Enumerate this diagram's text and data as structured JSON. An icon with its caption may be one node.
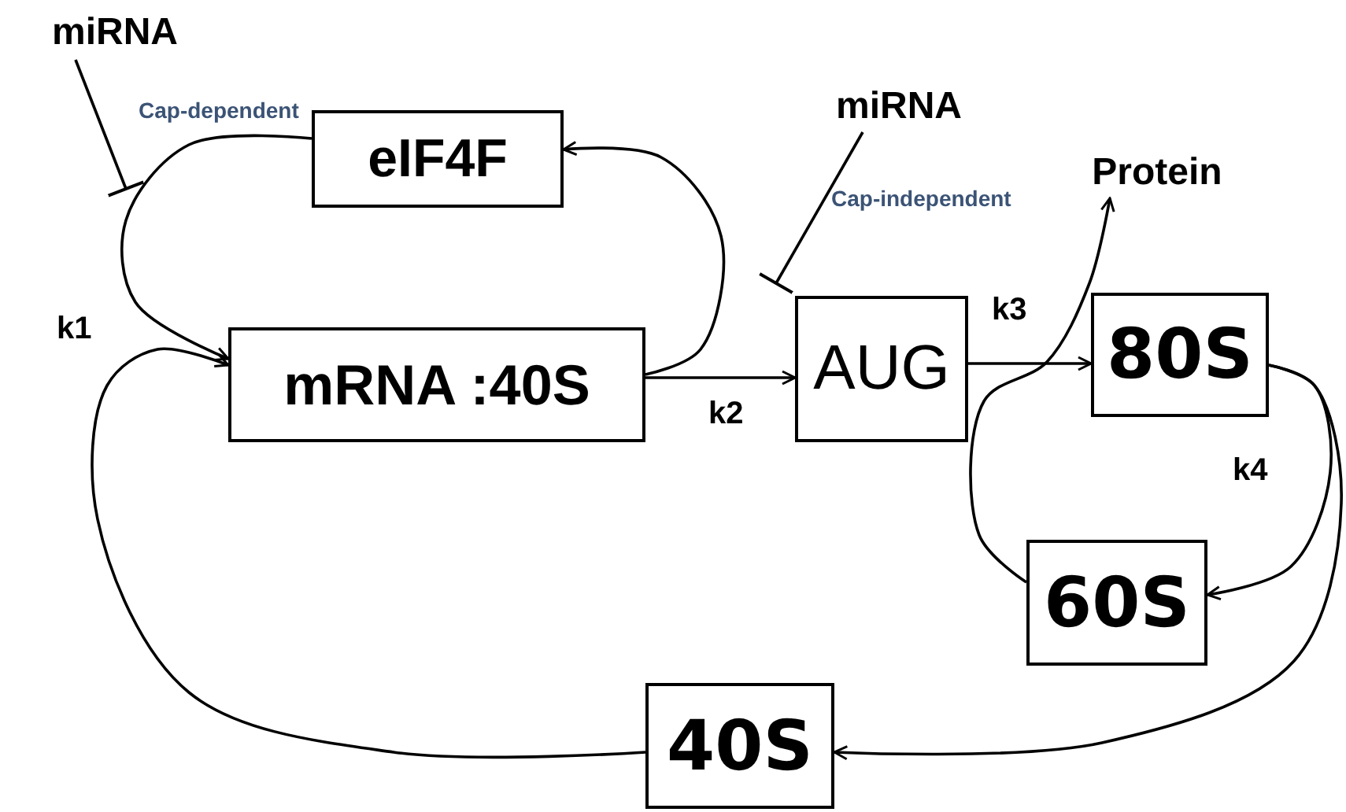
{
  "diagram": {
    "nodes": [
      {
        "text": [
          "miRNA"
        ]
      },
      {
        "text": [
          "eIF4F"
        ]
      },
      {
        "text": [
          "mRNA :40S"
        ]
      },
      {
        "text": [
          "miRNA"
        ]
      },
      {
        "text": [
          "AUG"
        ]
      },
      {
        "text": [
          "Protein"
        ]
      },
      {
        "text": [
          "80S"
        ]
      },
      {
        "text": [
          "60S"
        ]
      },
      {
        "text": [
          "40S"
        ]
      }
    ],
    "edges": [
      {
        "from": 1,
        "to": 2,
        "arrow": "to",
        "label": "k1"
      },
      {
        "from": 8,
        "to": 2,
        "arrow": "to"
      },
      {
        "from": 0,
        "to": null,
        "arrow": "other"
      },
      {
        "from": 2,
        "to": 1,
        "arrow": "to"
      },
      {
        "from": 2,
        "to": 4,
        "arrow": "to",
        "label": "k2"
      },
      {
        "from": 3,
        "to": 4,
        "arrow": "other"
      },
      {
        "from": 4,
        "to": 6,
        "arrow": "to",
        "label": "k3"
      },
      {
        "from": 7,
        "to": 5,
        "arrow": "to"
      },
      {
        "from": 6,
        "to": 7,
        "arrow": "to",
        "label": "k4"
      },
      {
        "from": 6,
        "to": 8,
        "arrow": "to"
      }
    ],
    "labels": [
      "Cap-dependent",
      "Cap-independent"
    ]
  }
}
